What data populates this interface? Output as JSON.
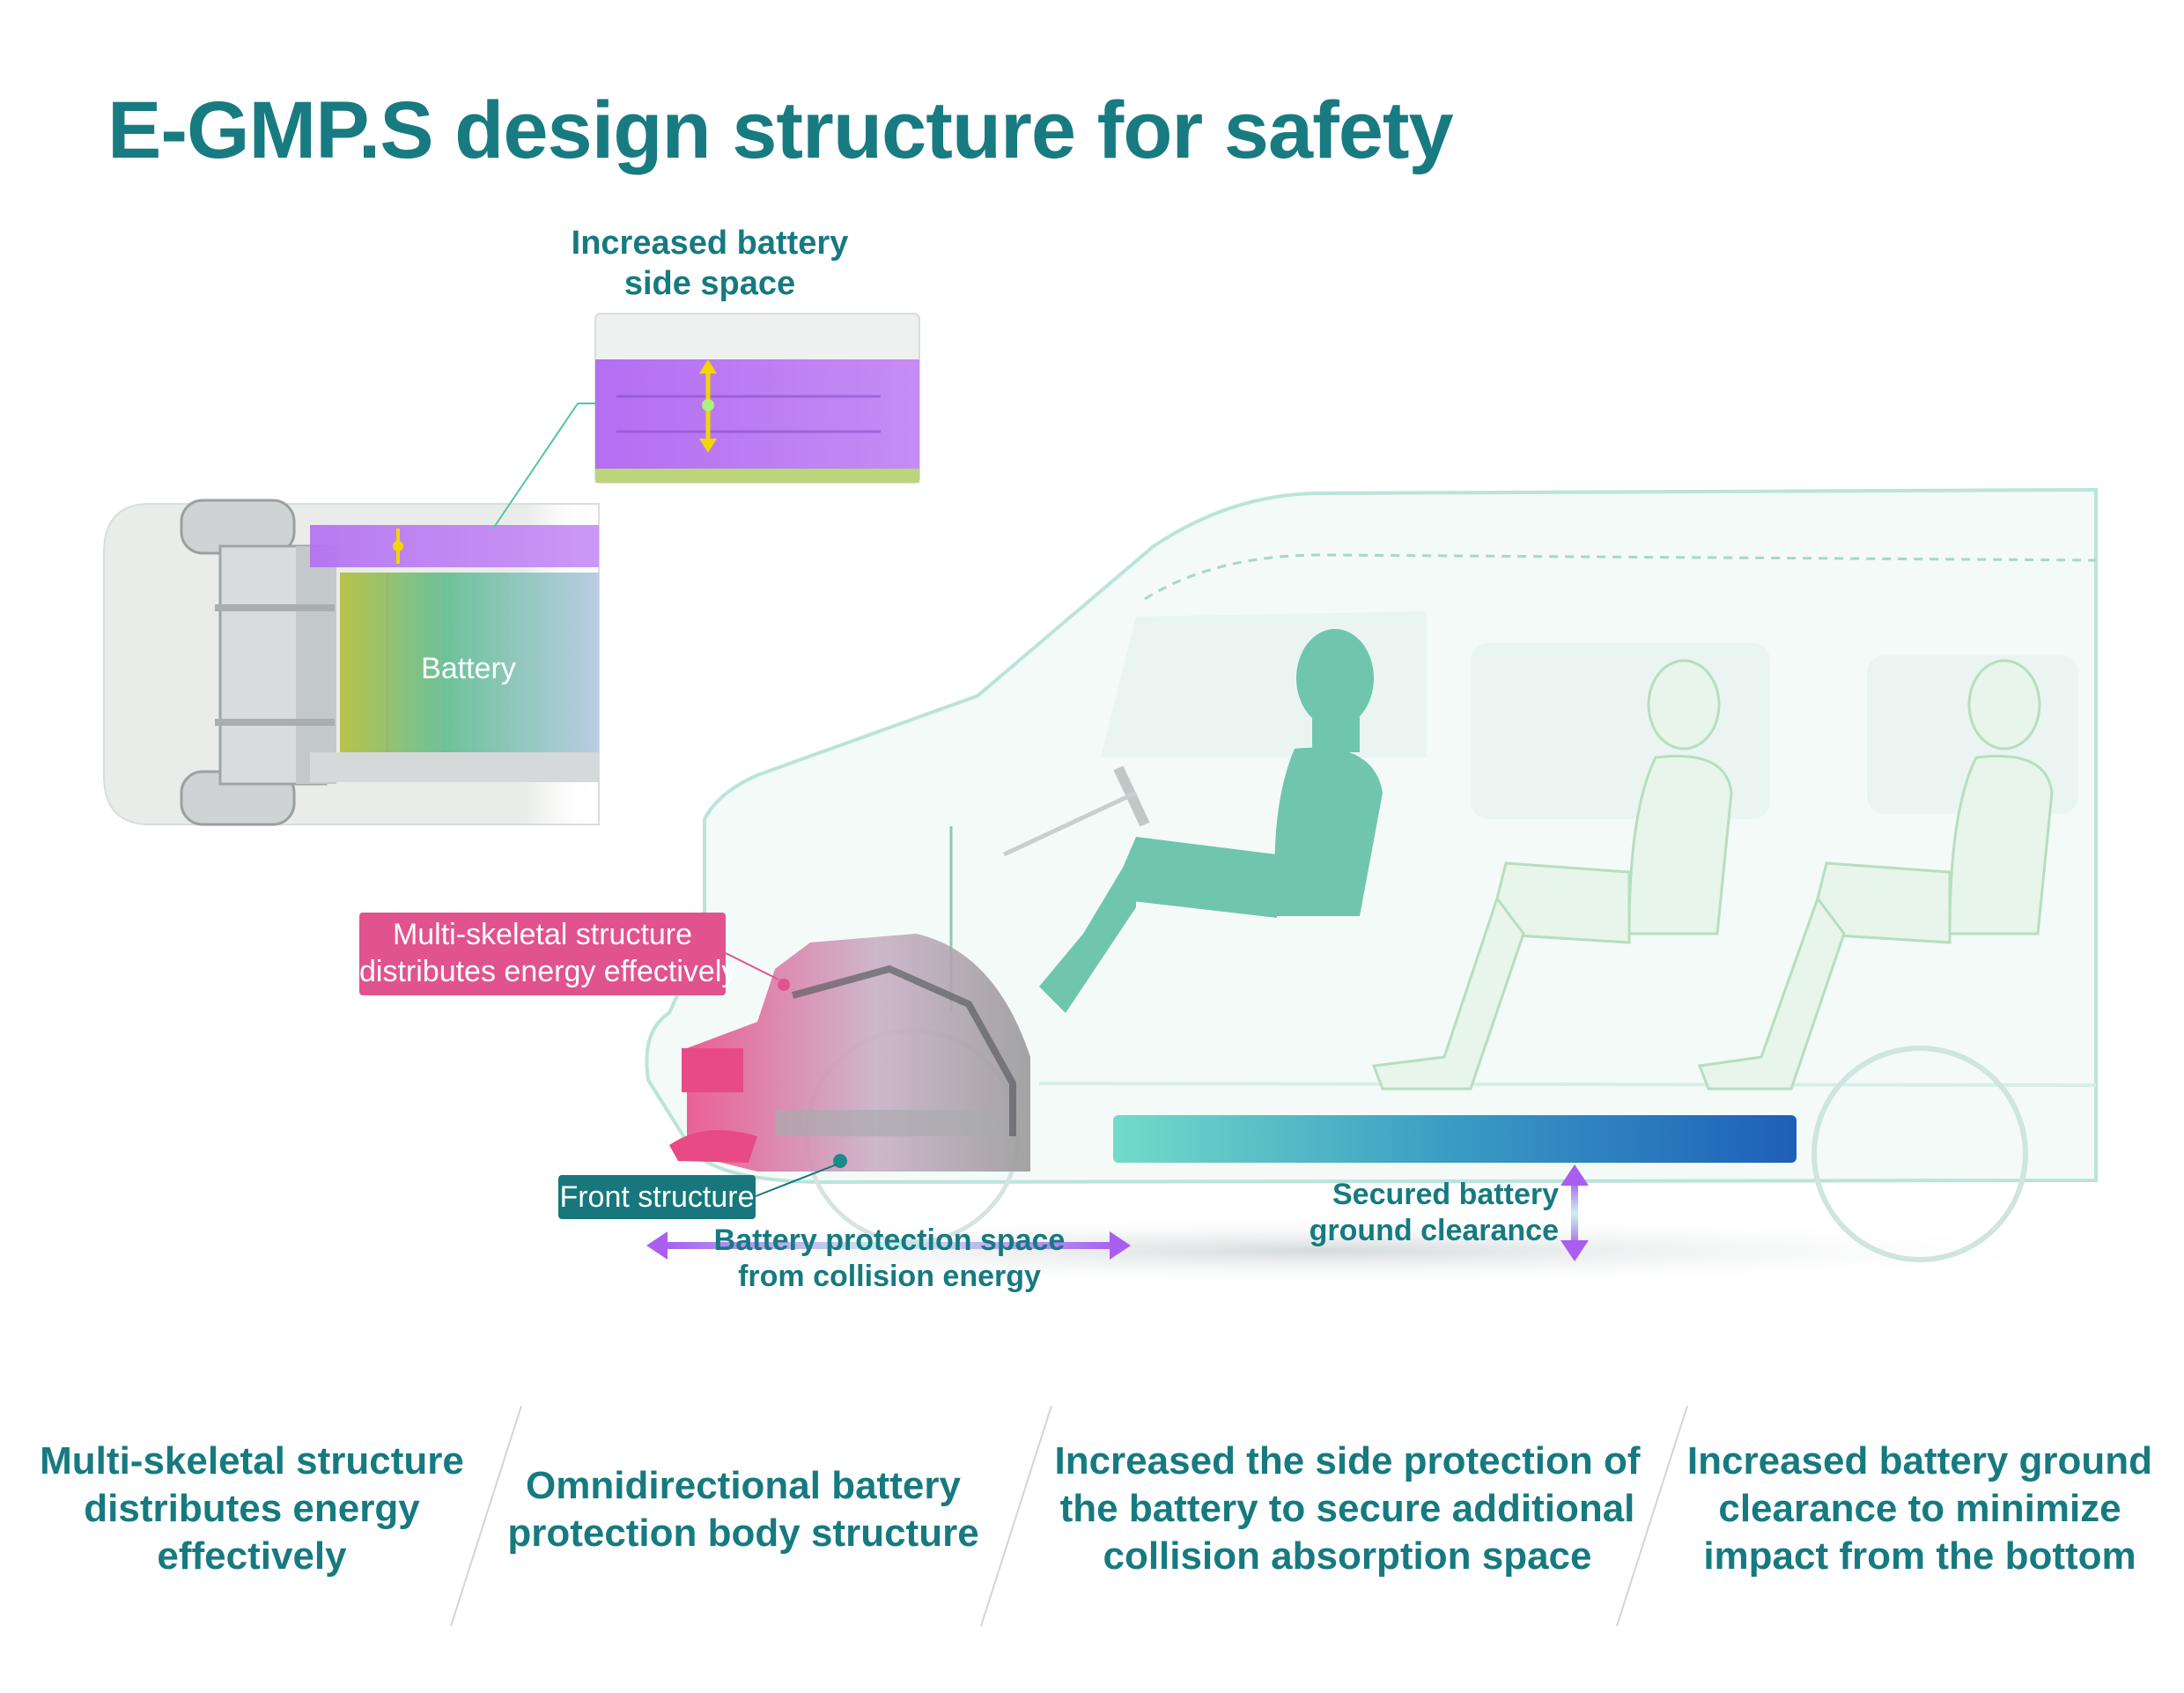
{
  "title": "E-GMP.S design structure for safety",
  "labels": {
    "side_space_line1": "Increased battery",
    "side_space_line2": "side space",
    "battery": "Battery",
    "multi_skeletal_line1": "Multi-skeletal structure",
    "multi_skeletal_line2": "distributes energy effectively",
    "front_structure": "Front structure",
    "protection_space_line1": "Battery protection space",
    "protection_space_line2": "from collision energy",
    "ground_clearance_line1": "Secured battery",
    "ground_clearance_line2": "ground clearance"
  },
  "bottom": [
    {
      "l1": "Multi-skeletal structure",
      "l2": "distributes energy",
      "l3": "effectively"
    },
    {
      "l1": "Omnidirectional battery",
      "l2": "protection body structure",
      "l3": ""
    },
    {
      "l1": "Increased the side protection of",
      "l2": "the battery to secure additional",
      "l3": "collision absorption space"
    },
    {
      "l1": "Increased battery ground",
      "l2": "clearance to minimize",
      "l3": "impact from the bottom"
    }
  ],
  "colors": {
    "title": "#187b81",
    "text": "#167a80",
    "pink_tag": "#e0538f",
    "teal_tag": "#17777c",
    "battery_gradient_start": "#6fd6c6",
    "battery_gradient_end": "#1f5fb8",
    "purple": "#b072f0",
    "arrow_yellow": "#f2d600"
  }
}
